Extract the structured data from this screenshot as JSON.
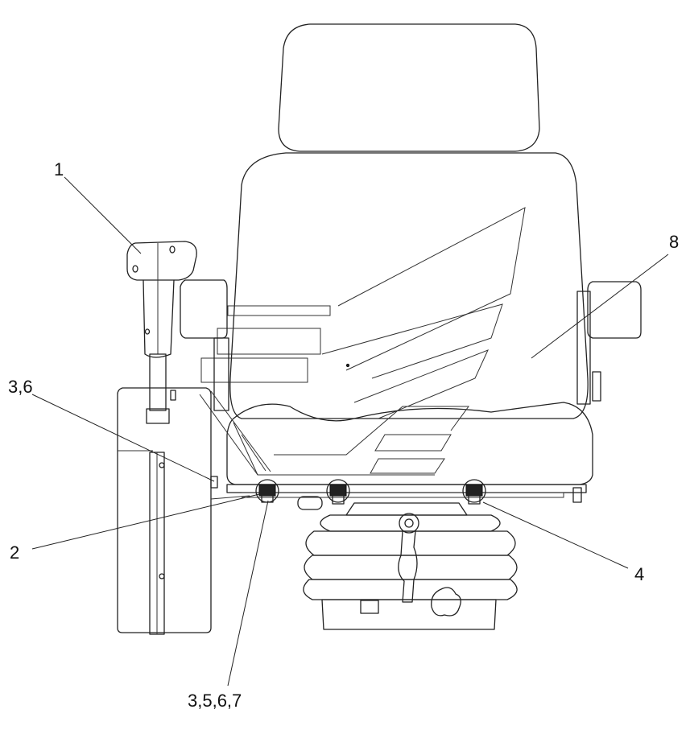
{
  "callouts": [
    {
      "id": "1",
      "label": "1"
    },
    {
      "id": "3_6",
      "label": "3,6"
    },
    {
      "id": "2",
      "label": "2"
    },
    {
      "id": "8",
      "label": "8"
    },
    {
      "id": "4",
      "label": "4"
    },
    {
      "id": "3_5_6_7",
      "label": "3,5,6,7"
    }
  ],
  "colors": {
    "line": "#222222",
    "background": "#ffffff"
  }
}
